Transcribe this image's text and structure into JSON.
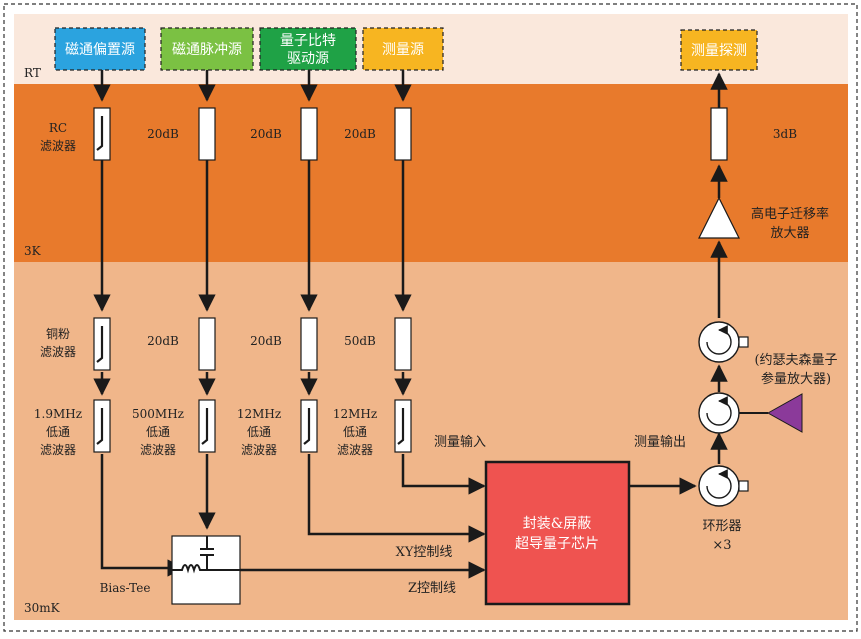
{
  "colors": {
    "band_rt": "#fae8dc",
    "band_3k": "#e87a2c",
    "band_30mk": "#f0b68a",
    "source_flux_bias": "#2ba3df",
    "source_flux_pulse": "#7bc143",
    "source_qubit_drive": "#1fa246",
    "source_measure": "#f7b521",
    "chip": "#ef5350",
    "hemt_amp": "#ffffff",
    "pump": "#8b3a9a",
    "wire": "#1a1a1a"
  },
  "stages": {
    "rt": "RT",
    "k3": "3K",
    "mk30": "30mK"
  },
  "sources": {
    "flux_bias": "磁通偏置源",
    "flux_pulse": "磁通脉冲源",
    "qubit_drive_line1": "量子比特",
    "qubit_drive_line2": "驱动源",
    "measure_src": "测量源",
    "measure_probe": "测量探测"
  },
  "labels": {
    "rc_filter_line1": "RC",
    "rc_filter_line2": "滤波器",
    "copper_filter_line1": "铜粉",
    "copper_filter_line2": "滤波器",
    "lp_line2": "低通",
    "lp_line3": "滤波器",
    "measure_input": "测量输入",
    "measure_output": "测量输出",
    "hemt_line1": "高电子迁移率",
    "hemt_line2": "放大器",
    "jpa_line1": "(约瑟夫森量子",
    "jpa_line2": "参量放大器)",
    "circulator_line1": "环形器",
    "circulator_line2": "×3",
    "bias_tee": "Bias-Tee",
    "xy_line": "XY控制线",
    "z_line": "Z控制线",
    "chip_line1": "封装&屏蔽",
    "chip_line2": "超导量子芯片"
  },
  "attenuators": {
    "a3k_flux_pulse": "20dB",
    "a3k_qubit_drive": "20dB",
    "a3k_measure": "20dB",
    "a3k_output": "3dB",
    "amk_flux_pulse": "20dB",
    "amk_qubit_drive": "20dB",
    "amk_measure": "50dB"
  },
  "lowpass": {
    "flux_bias": "1.9MHz",
    "flux_pulse": "500MHz",
    "qubit_drive": "12MHz",
    "measure": "12MHz"
  }
}
